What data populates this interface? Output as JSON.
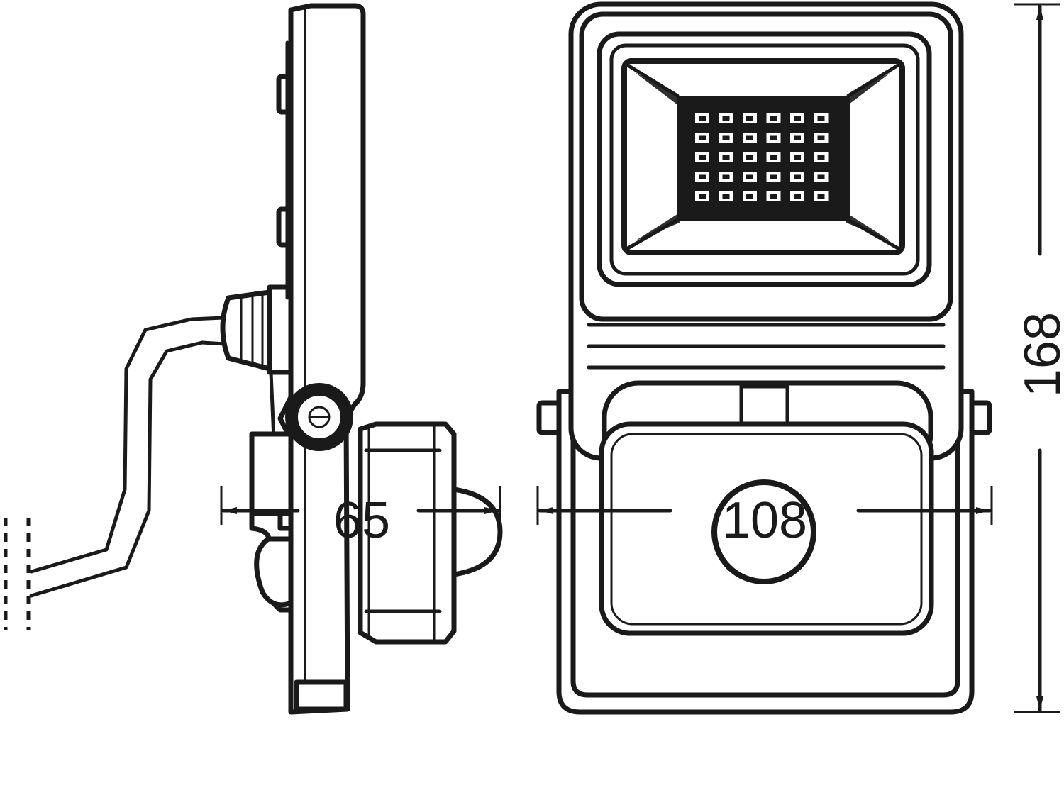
{
  "dimensions": {
    "depth": "65",
    "width": "108",
    "height": "168"
  },
  "colors": {
    "line": "#1a1a1a",
    "background": "#ffffff"
  }
}
